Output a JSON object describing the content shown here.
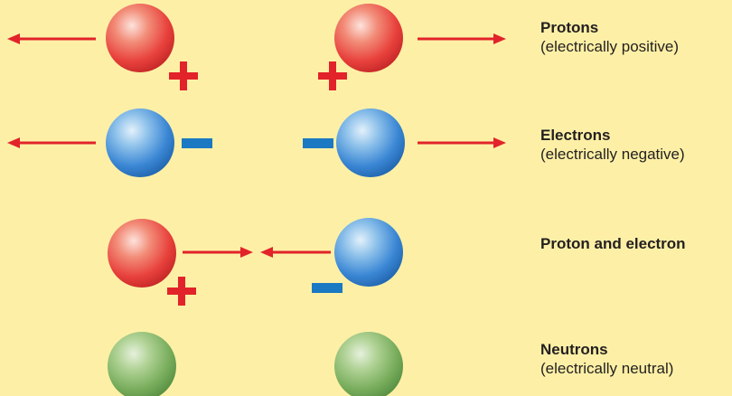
{
  "colors": {
    "background": "#fdf0a6",
    "proton": "#e8413c",
    "electron": "#3a86d4",
    "neutron": "#78ad5c",
    "arrow": "#e2232a",
    "minus_sign": "#1b78c2",
    "plus_sign": "#e2232a"
  },
  "rows": [
    {
      "id": "protons",
      "title": "Protons",
      "description": "(electrically positive)",
      "left_particle": "proton",
      "right_particle": "proton",
      "interaction": "repel"
    },
    {
      "id": "electrons",
      "title": "Electrons",
      "description": "(electrically negative)",
      "left_particle": "electron",
      "right_particle": "electron",
      "interaction": "repel"
    },
    {
      "id": "proton-electron",
      "title": "Proton and electron",
      "description": "",
      "left_particle": "proton",
      "right_particle": "electron",
      "interaction": "attract"
    },
    {
      "id": "neutrons",
      "title": "Neutrons",
      "description": "(electrically neutral)",
      "left_particle": "neutron",
      "right_particle": "neutron",
      "interaction": "none"
    }
  ]
}
